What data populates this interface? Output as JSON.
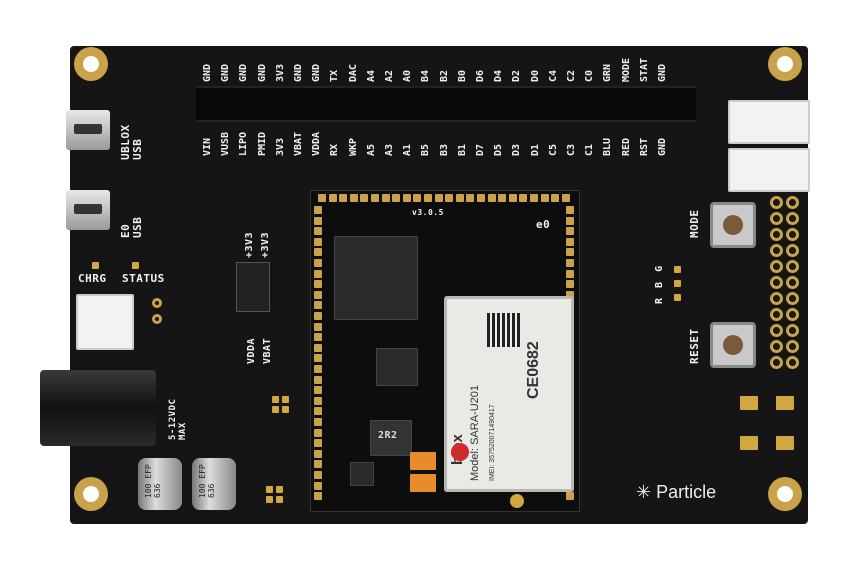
{
  "board": {
    "top_header_labels": [
      "GND",
      "GND",
      "GND",
      "GND",
      "3V3",
      "GND",
      "GND",
      "TX",
      "DAC",
      "A4",
      "A2",
      "A0",
      "B4",
      "B2",
      "B0",
      "D6",
      "D4",
      "D2",
      "D0",
      "C4",
      "C2",
      "C0",
      "GRN",
      "MODE",
      "STAT",
      "GND"
    ],
    "bottom_header_labels": [
      "VIN",
      "VUSB",
      "LIPO",
      "PMID",
      "3V3",
      "VBAT",
      "VDDA",
      "RX",
      "WKP",
      "A5",
      "A3",
      "A1",
      "B5",
      "B3",
      "B1",
      "D7",
      "D5",
      "D3",
      "D1",
      "C5",
      "C3",
      "C1",
      "BLU",
      "RED",
      "RST",
      "GND"
    ],
    "ublox_usb": "UBLOX\nUSB",
    "e0_usb": "E0\nUSB",
    "chrg": "CHRG",
    "status": "STATUS",
    "power_in": "5-12VDC\nMAX",
    "vdda": "VDDA",
    "vbat": "VBAT",
    "plus_3v3_a": "+3V3",
    "plus_3v3_b": "+3V3",
    "mode": "MODE",
    "reset": "RESET",
    "rbg": "R B G",
    "module_version": "v3.0.5",
    "module_name": "e0",
    "sara_brand": "blox",
    "sara_model": "Model: SARA-U201",
    "sara_ce": "CE0682",
    "sara_imei": "IMEI: 357520071490417",
    "inductor": "2R2",
    "cap_left": "100 EFP 636",
    "cap_right": "100 EFP 636",
    "brand": "Particle",
    "brand_star": "✳"
  }
}
